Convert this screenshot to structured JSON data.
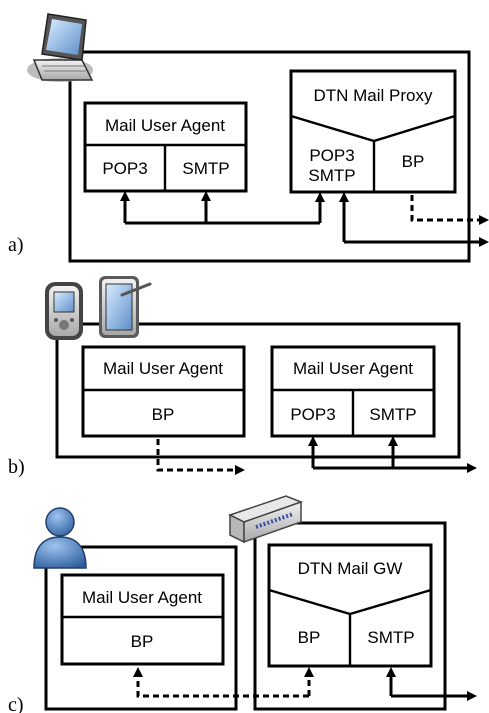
{
  "panel_a": {
    "label": "a)",
    "mua_title": "Mail User Agent",
    "mua_left": "POP3",
    "mua_right": "SMTP",
    "proxy_title": "DTN Mail Proxy",
    "proxy_left_1": "POP3",
    "proxy_left_2": "SMTP",
    "proxy_right": "BP"
  },
  "panel_b": {
    "label": "b)",
    "mua1_title": "Mail User Agent",
    "mua1_bottom": "BP",
    "mua2_title": "Mail User Agent",
    "mua2_left": "POP3",
    "mua2_right": "SMTP"
  },
  "panel_c": {
    "label": "c)",
    "mua_title": "Mail User Agent",
    "mua_bottom": "BP",
    "gw_title": "DTN Mail GW",
    "gw_left": "BP",
    "gw_right": "SMTP"
  },
  "icons": [
    "laptop-icon",
    "pda-icon",
    "tablet-icon",
    "user-icon",
    "gateway-device-icon"
  ]
}
